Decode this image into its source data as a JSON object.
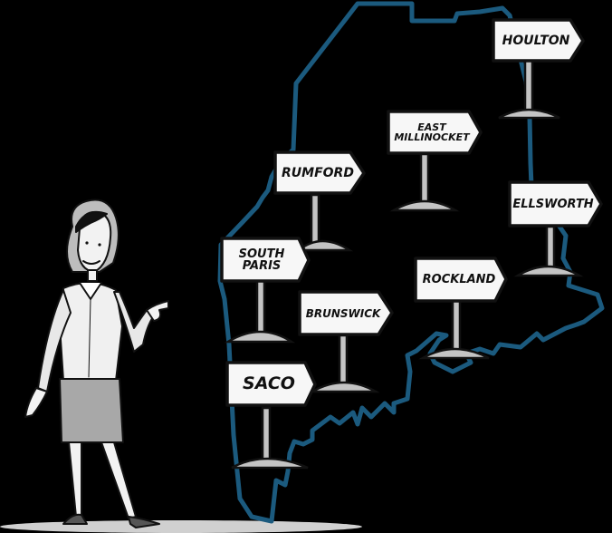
{
  "scene": {
    "description": "Cartoon presenter pointing at an outline map of Maine with town signposts",
    "background_color": "#000000",
    "map_outline_color": "#1b5a7e",
    "sign_fill_color": "#f7f7f7",
    "post_color": "#c4c4c4",
    "ground_shadow_color": "#d0d0d0"
  },
  "map": {
    "region": "Maine",
    "signs": [
      {
        "id": "houlton",
        "label": "HOULTON",
        "lines": [
          "HOULTON"
        ]
      },
      {
        "id": "east-millinocket",
        "label": "EAST MILLINOCKET",
        "lines": [
          "EAST",
          "MILLINOCKET"
        ]
      },
      {
        "id": "rumford",
        "label": "RUMFORD",
        "lines": [
          "RUMFORD"
        ]
      },
      {
        "id": "ellsworth",
        "label": "ELLSWORTH",
        "lines": [
          "ELLSWORTH"
        ]
      },
      {
        "id": "south-paris",
        "label": "SOUTH PARIS",
        "lines": [
          "SOUTH",
          "PARIS"
        ]
      },
      {
        "id": "rockland",
        "label": "ROCKLAND",
        "lines": [
          "ROCKLAND"
        ]
      },
      {
        "id": "brunswick",
        "label": "BRUNSWICK",
        "lines": [
          "BRUNSWICK"
        ]
      },
      {
        "id": "saco",
        "label": "SACO",
        "lines": [
          "SACO"
        ]
      }
    ]
  },
  "presenter": {
    "role": "woman presenter",
    "pose": "pointing toward map"
  }
}
